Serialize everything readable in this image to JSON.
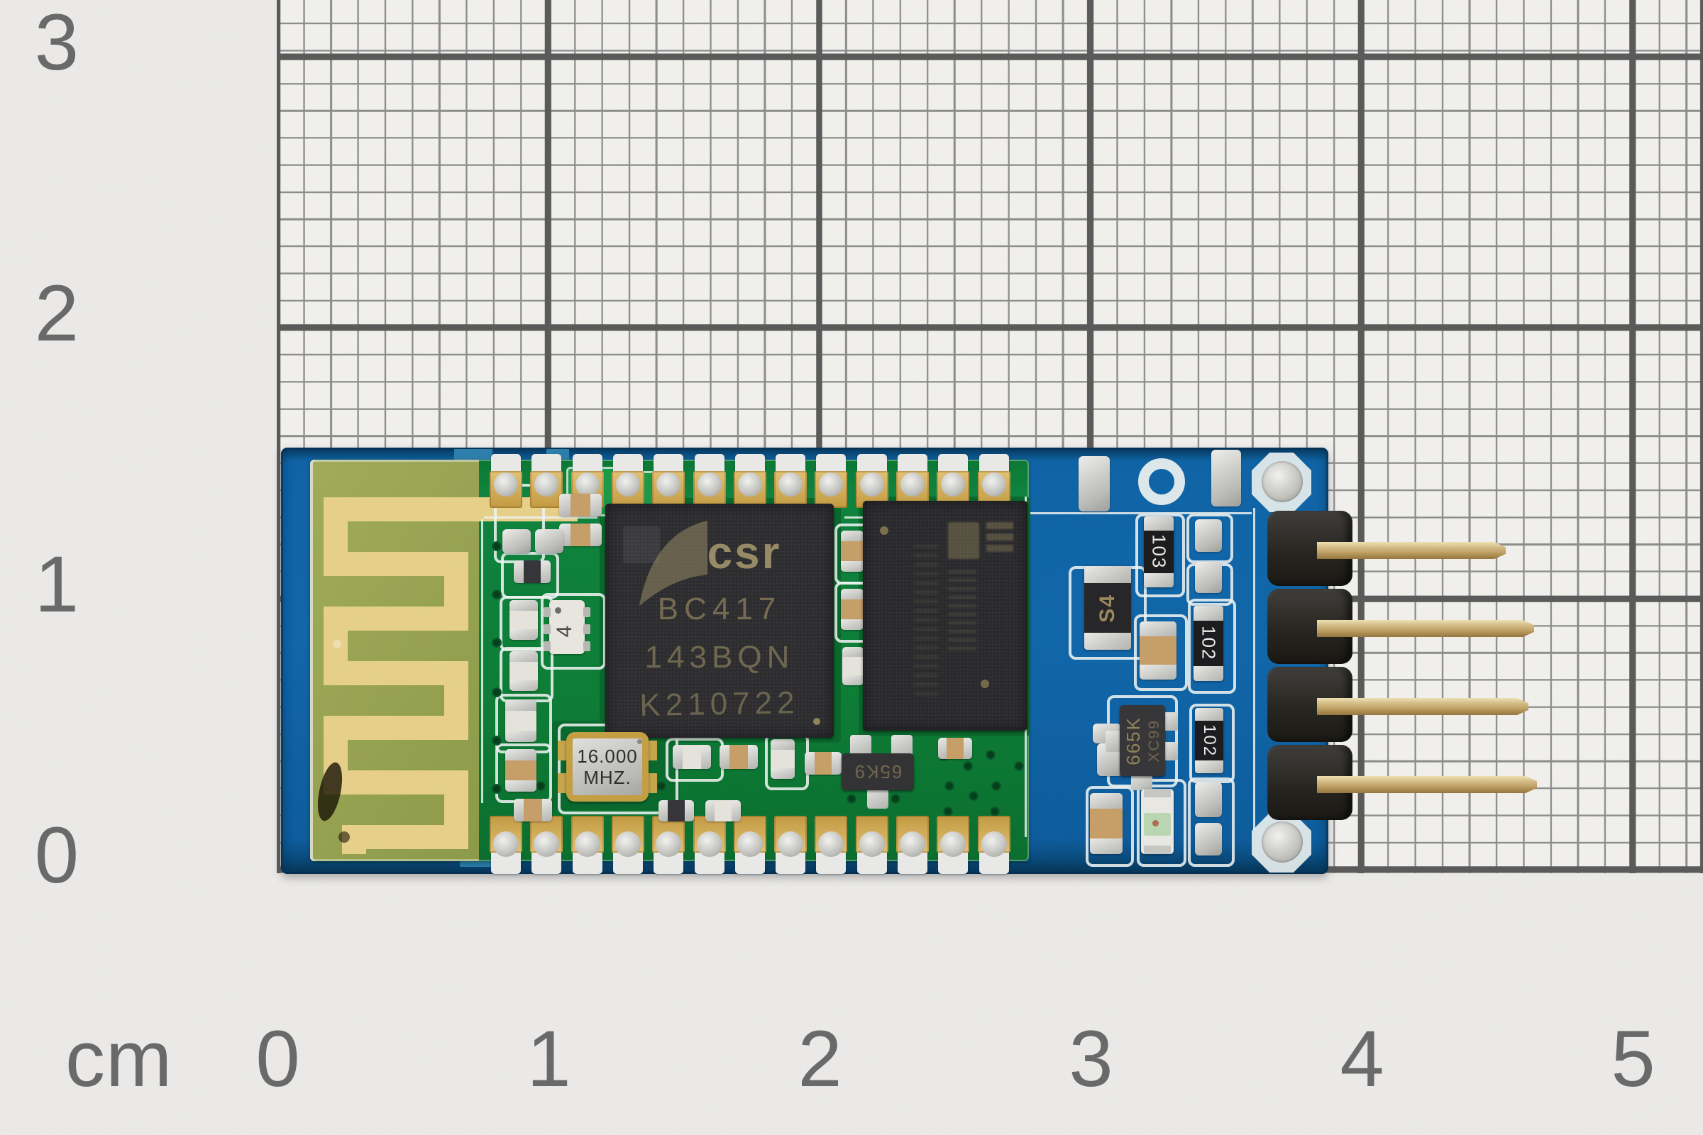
{
  "ruler": {
    "unit_label": "cm",
    "side_labels": [
      "3",
      "2",
      "1",
      "0"
    ],
    "bottom_labels": [
      "0",
      "1",
      "2",
      "3",
      "4",
      "5"
    ]
  },
  "module": {
    "main_chip": {
      "logo": "csr",
      "line1": "BC417",
      "line2": "143BQN",
      "line3": "K210722"
    },
    "crystal": {
      "line1": "16.000",
      "line2": "MHZ."
    },
    "filter_marking": "4",
    "transistor_marking": "65K9"
  },
  "carrier": {
    "diode_marking": "S4",
    "resistor_top": "103",
    "resistor_mid": "102",
    "resistor_bottom": "102",
    "regulator_line1": "665K",
    "regulator_line2": "XC99"
  },
  "colors": {
    "paper": "#edecea",
    "grid_cell": "#f3f2ef",
    "grid_minor": "#8f8f8f",
    "grid_major": "#5c5c5c",
    "ruler_text": "#6b6b6b",
    "board_blue": "#0f62a5",
    "module_green": "#0f8038",
    "antenna_substrate": "#9aa654",
    "antenna_gold": "#e9d28b",
    "chip_black": "#2e2e31",
    "pad_gold": "#d2ac55",
    "solder_silver": "#c9c9c7",
    "pin_gold": "#c9ae74",
    "header_plastic": "#2b2a28"
  }
}
